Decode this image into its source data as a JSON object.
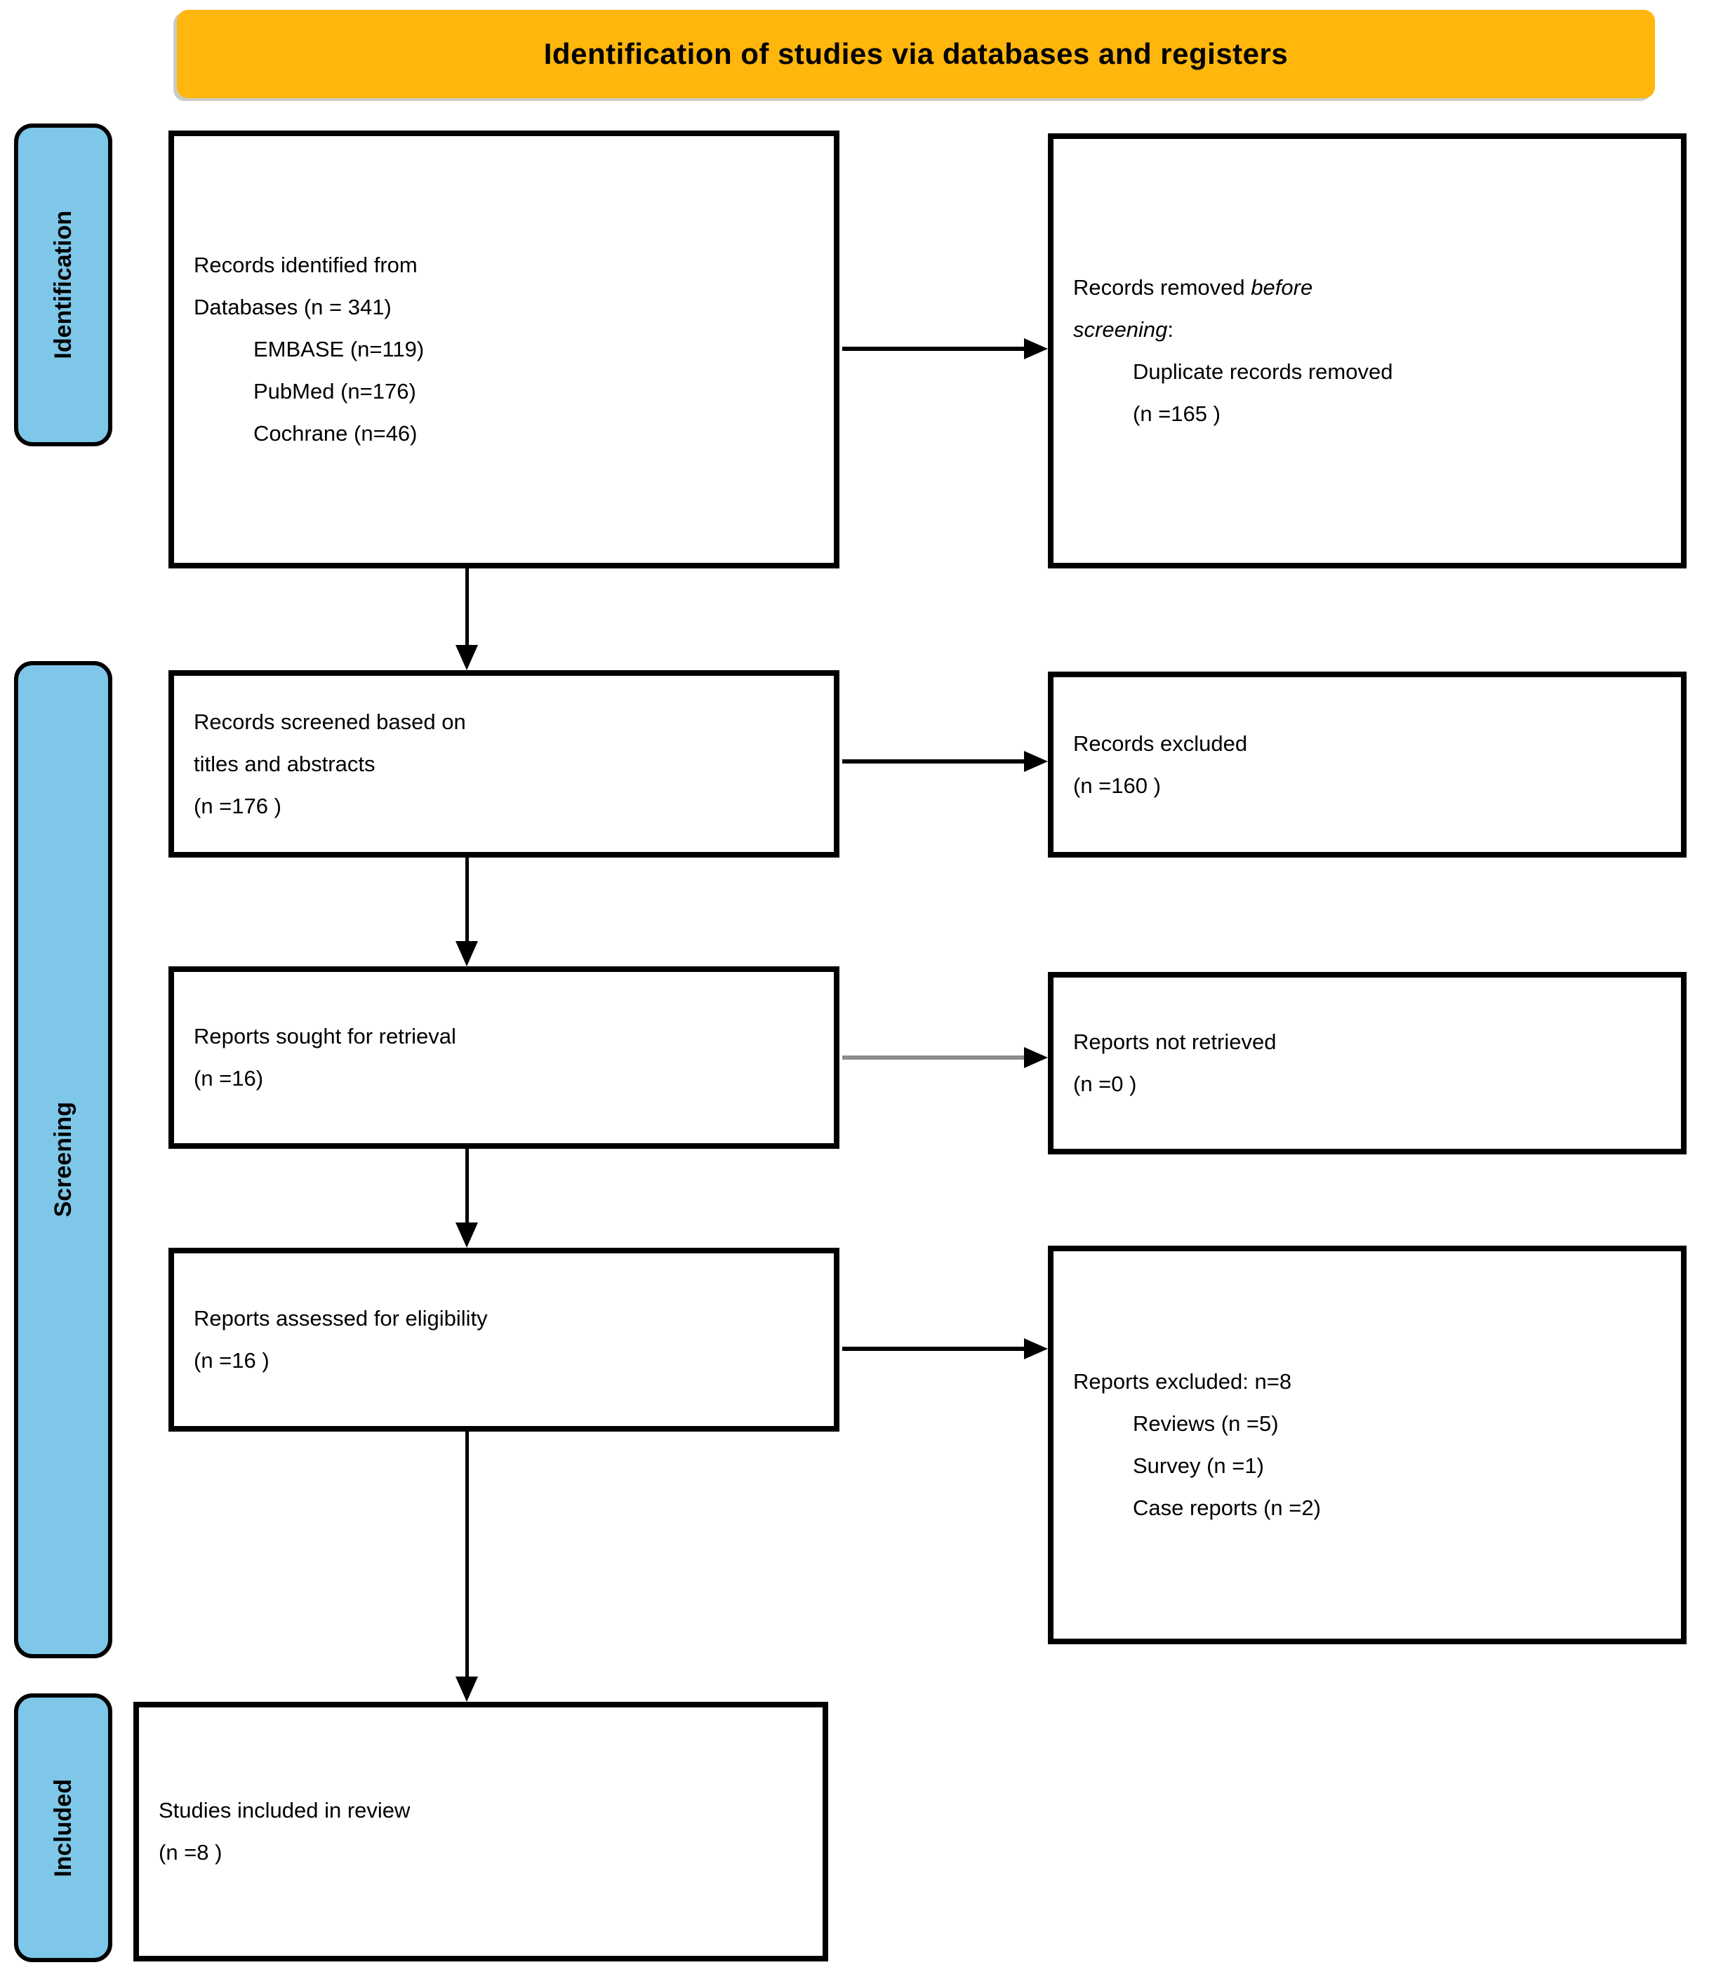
{
  "banner": {
    "title": "Identification of studies via databases and registers"
  },
  "stages": [
    {
      "label": "Identification"
    },
    {
      "label": "Screening"
    },
    {
      "label": "Included"
    }
  ],
  "boxes": {
    "records_identified": {
      "lines": [
        "Records identified from",
        "Databases (n = 341)",
        "EMBASE (n=119)",
        "PubMed (n=176)",
        "Cochrane (n=46)"
      ]
    },
    "records_removed": {
      "seg_normal1": "Records removed ",
      "seg_italic1": "before",
      "seg_italic2": "screening",
      "seg_normal2": ":",
      "lines": [
        "Duplicate records removed",
        "(n =165 )"
      ]
    },
    "records_screened": {
      "lines": [
        "Records screened based on",
        "titles and abstracts",
        "(n =176 )"
      ]
    },
    "records_excluded": {
      "lines": [
        "Records excluded",
        "(n =160 )"
      ]
    },
    "reports_sought": {
      "lines": [
        "Reports sought for retrieval",
        "(n =16)"
      ]
    },
    "reports_not_retrieved": {
      "lines": [
        "Reports not retrieved",
        "(n =0 )"
      ]
    },
    "reports_assessed": {
      "lines": [
        "Reports assessed for eligibility",
        "(n =16 )"
      ]
    },
    "reports_excluded": {
      "lines": [
        "Reports excluded: n=8",
        "Reviews (n =5)",
        "Survey (n =1)",
        "Case reports (n =2)"
      ]
    },
    "studies_included": {
      "lines": [
        "Studies included in review",
        "(n =8 )"
      ]
    }
  },
  "counts": {
    "databases_total": 341,
    "embase": 119,
    "pubmed": 176,
    "cochrane": 46,
    "duplicates_removed": 165,
    "screened": 176,
    "excluded_at_screening": 160,
    "sought_for_retrieval": 16,
    "not_retrieved": 0,
    "assessed_for_eligibility": 16,
    "reports_excluded_total": 8,
    "excluded_reviews": 5,
    "excluded_survey": 1,
    "excluded_case_reports": 2,
    "included_in_review": 8
  },
  "flow": [
    {
      "from": "records_identified",
      "to": "records_removed",
      "direction": "right"
    },
    {
      "from": "records_identified",
      "to": "records_screened",
      "direction": "down"
    },
    {
      "from": "records_screened",
      "to": "records_excluded",
      "direction": "right"
    },
    {
      "from": "records_screened",
      "to": "reports_sought",
      "direction": "down"
    },
    {
      "from": "reports_sought",
      "to": "reports_not_retrieved",
      "direction": "right",
      "shaft_color": "gray"
    },
    {
      "from": "reports_sought",
      "to": "reports_assessed",
      "direction": "down"
    },
    {
      "from": "reports_assessed",
      "to": "reports_excluded",
      "direction": "right"
    },
    {
      "from": "reports_assessed",
      "to": "studies_included",
      "direction": "down"
    }
  ],
  "colors": {
    "banner_bg": "#FFB60D",
    "stage_bg": "#7EC7E8",
    "box_border": "#000000",
    "arrow_black": "#000000",
    "arrow_gray_shaft": "#8C8C8C"
  }
}
